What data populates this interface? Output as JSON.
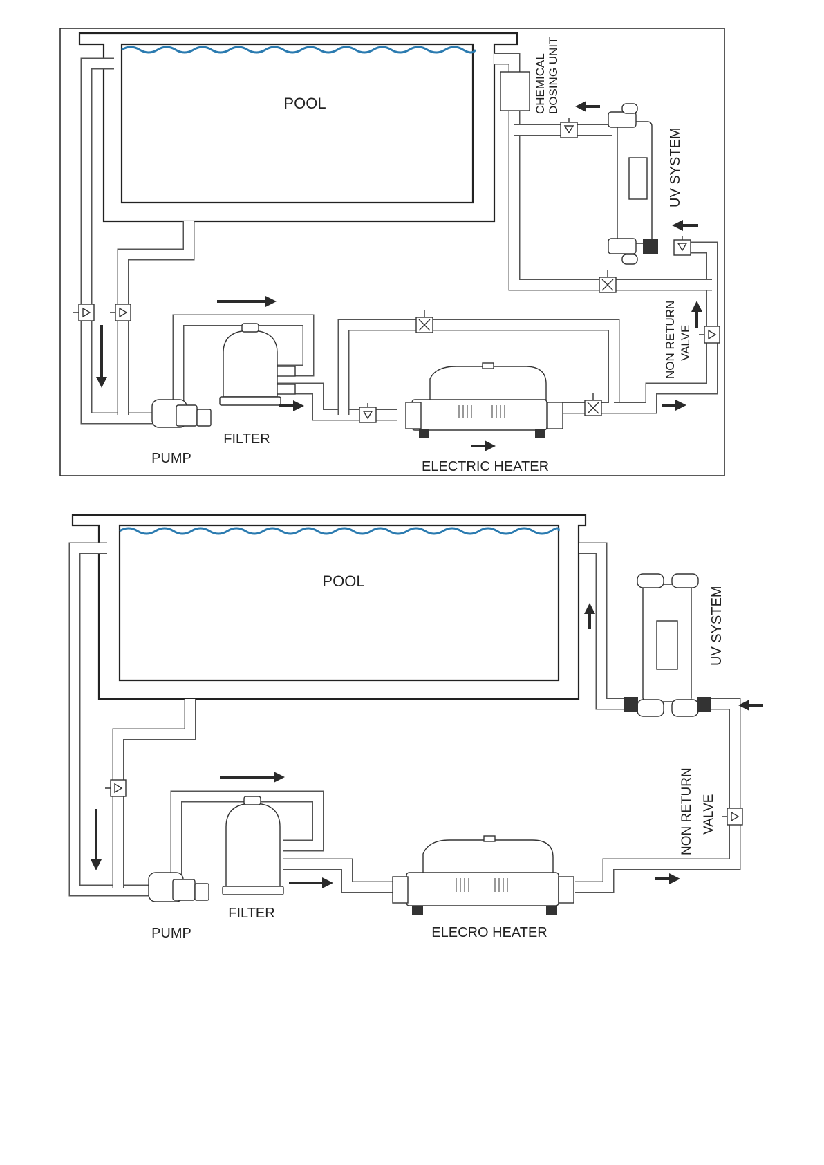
{
  "diagrams": [
    {
      "pool": "POOL",
      "chemical_dosing_line1": "CHEMICAL",
      "chemical_dosing_line2": "DOSING UNIT",
      "uv_system": "UV SYSTEM",
      "non_return_line1": "NON RETURN",
      "non_return_line2": "VALVE",
      "filter": "FILTER",
      "pump": "PUMP",
      "heater": "ELECTRIC HEATER"
    },
    {
      "pool": "POOL",
      "uv_system": "UV SYSTEM",
      "non_return_line1": "NON RETURN",
      "non_return_line2": "VALVE",
      "filter": "FILTER",
      "pump": "PUMP",
      "heater": "ELECRO HEATER"
    }
  ],
  "colors": {
    "water": "#2b7bb0",
    "line": "#222222"
  }
}
